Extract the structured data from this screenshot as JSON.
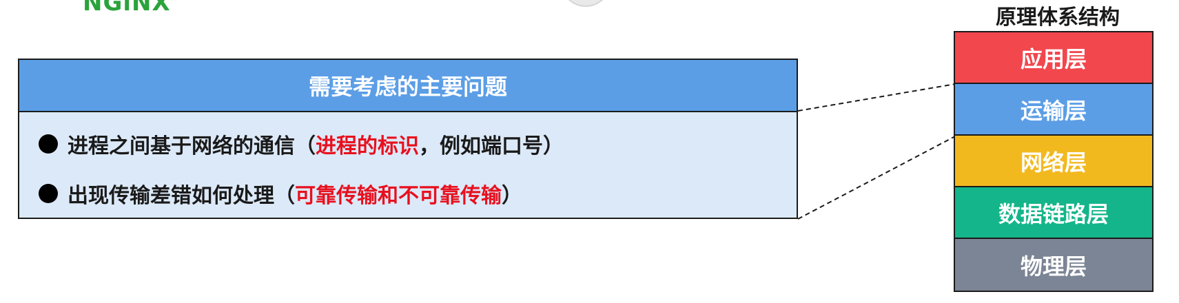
{
  "logo": {
    "text": "NGiNX"
  },
  "issues": {
    "title": "需要考虑的主要问题",
    "items": [
      {
        "text": "进程之间基于网络的通信（",
        "highlight": "进程的标识",
        "tail": "，例如端口号）"
      },
      {
        "text": "出现传输差错如何处理（",
        "highlight": "可靠传输和不可靠传输",
        "tail": "）"
      }
    ]
  },
  "architecture": {
    "title": "原理体系结构",
    "layers": [
      {
        "label": "应用层",
        "color": "#f2474d"
      },
      {
        "label": "运输层",
        "color": "#5b9ee6"
      },
      {
        "label": "网络层",
        "color": "#f2b91f"
      },
      {
        "label": "数据链路层",
        "color": "#14b58a"
      },
      {
        "label": "物理层",
        "color": "#7c8595"
      }
    ]
  },
  "colors": {
    "header": "#5b9ee6",
    "box_bg": "#dce9f8",
    "highlight": "#e8101e",
    "logo": "#2aa33b"
  }
}
